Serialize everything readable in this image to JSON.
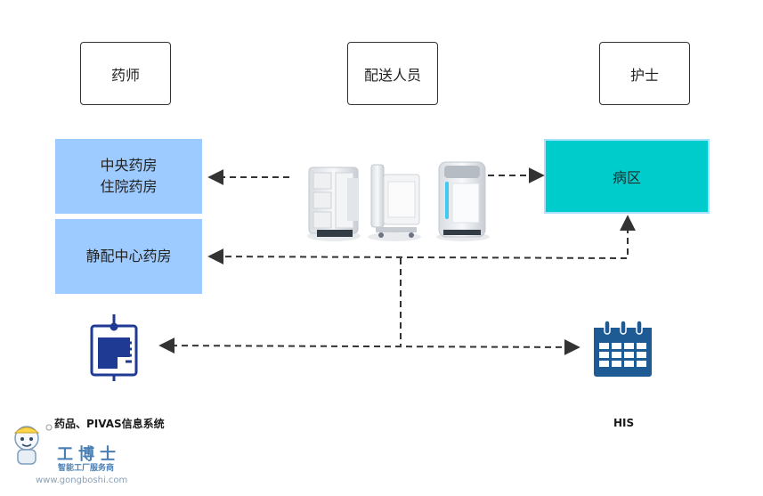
{
  "roles": {
    "pharmacist": "药师",
    "delivery": "配送人员",
    "nurse": "护士"
  },
  "pharmacy": {
    "central_line1": "中央药房",
    "central_line2": "住院药房",
    "pivas": "静配中心药房"
  },
  "ward": "病区",
  "captions": {
    "system": "药品、PIVAS信息系统",
    "his": "HIS"
  },
  "watermark": {
    "brand": "工博士",
    "tagline": "智能工厂服务商",
    "url": "www.gongboshi.com"
  },
  "colors": {
    "pharmacy_blue": "#9ecbff",
    "ward_teal": "#00cccc",
    "icon_navy": "#1f3a93",
    "calendar_blue": "#1e5b94"
  }
}
